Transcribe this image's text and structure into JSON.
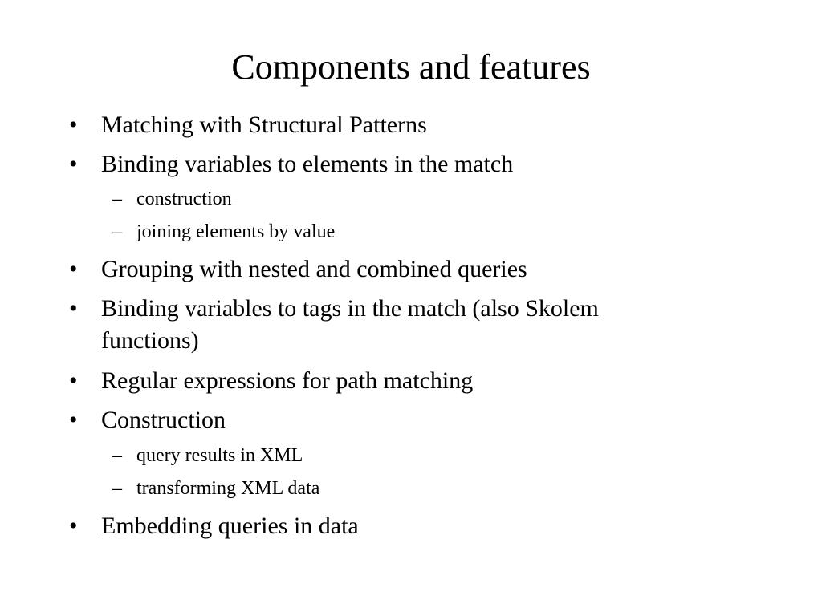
{
  "slide": {
    "title": "Components and features",
    "bullet_char": "•",
    "dash_char": "–",
    "items": [
      {
        "text": "Matching with Structural Patterns"
      },
      {
        "text": "Binding variables to elements in the match"
      },
      {
        "text": "construction"
      },
      {
        "text": "joining elements by value"
      },
      {
        "text": "Grouping with nested and combined queries"
      },
      {
        "text": "Binding variables to tags in the match (also Skolem functions)"
      },
      {
        "text": "Regular expressions for path matching"
      },
      {
        "text": "Construction"
      },
      {
        "text": "query results in XML"
      },
      {
        "text": "transforming XML data"
      },
      {
        "text": "Embedding queries in data"
      }
    ]
  }
}
